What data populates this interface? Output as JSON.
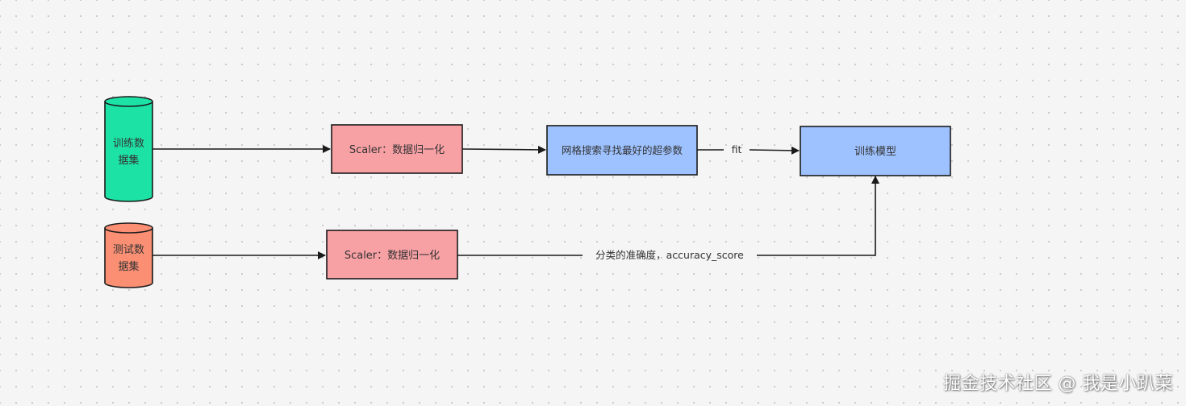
{
  "colors": {
    "train_cylinder": "#1de2a6",
    "test_cylinder": "#fa8f74",
    "scaler": "#f8a1a5",
    "search": "#9ec2ff",
    "model": "#9ec2ff",
    "stroke": "#1a1a1a"
  },
  "nodes": {
    "train_data": {
      "line1": "训练数",
      "line2": "据集"
    },
    "test_data": {
      "line1": "测试数",
      "line2": "据集"
    },
    "scaler_train": {
      "label": "Scaler：数据归一化"
    },
    "scaler_test": {
      "label": "Scaler：数据归一化"
    },
    "grid_search": {
      "label": "网格搜索寻找最好的超参数"
    },
    "train_model": {
      "label": "训练模型"
    }
  },
  "edges": {
    "fit_label": "fit",
    "score_label": "分类的准确度，accuracy_score"
  },
  "watermark": "掘金技术社区 @ 我是小趴菜"
}
